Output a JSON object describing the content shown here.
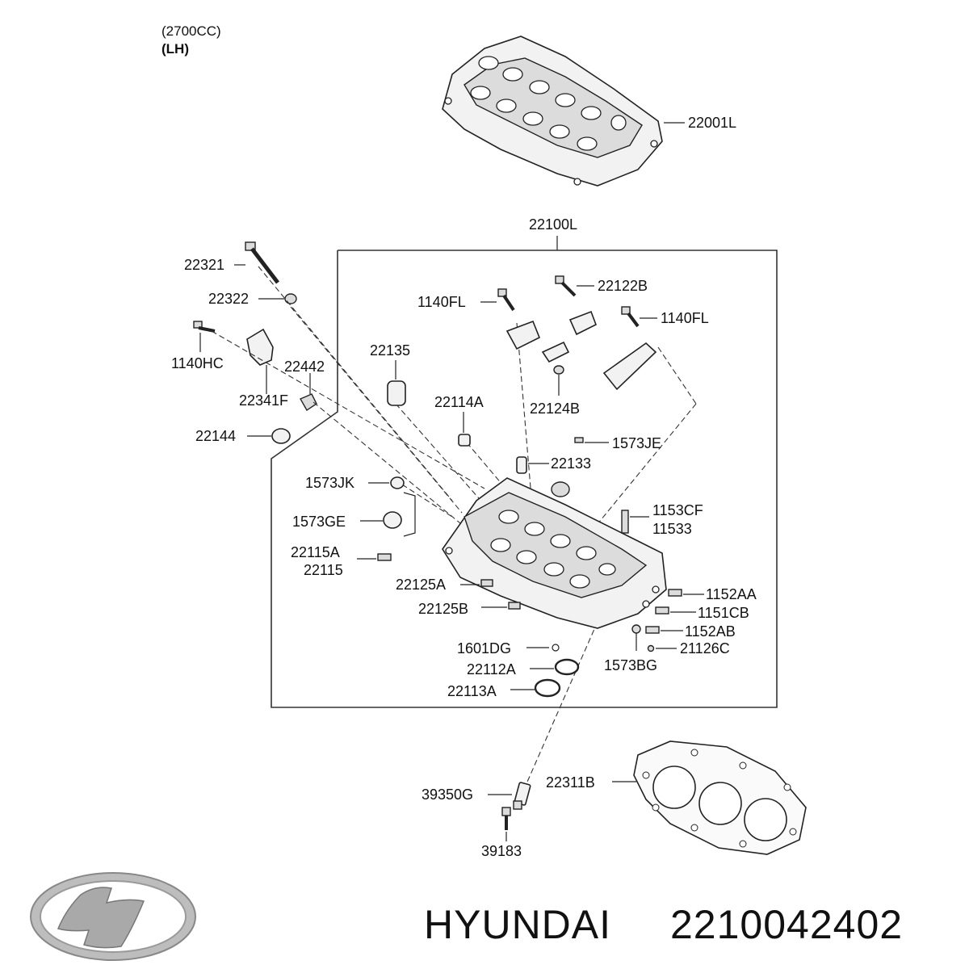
{
  "header": {
    "engine": "(2700CC)",
    "side": "(LH)"
  },
  "parts": {
    "p22001L": "22001L",
    "p22100L": "22100L",
    "p22321": "22321",
    "p22322": "22322",
    "p1140HC": "1140HC",
    "p22442": "22442",
    "p22341F": "22341F",
    "p22144": "22144",
    "p1140FL_a": "1140FL",
    "p22122B": "22122B",
    "p1140FL_b": "1140FL",
    "p22135": "22135",
    "p22124B": "22124B",
    "p22114A": "22114A",
    "p1573JE": "1573JE",
    "p22133": "22133",
    "p1573JK": "1573JK",
    "p1573GE": "1573GE",
    "p1153CF": "1153CF",
    "p11533": "11533",
    "p22115A": "22115A",
    "p22115": "22115",
    "p22125A": "22125A",
    "p22125B": "22125B",
    "p1152AA": "1152AA",
    "p1151CB": "1151CB",
    "p1152AB": "1152AB",
    "p21126C": "21126C",
    "p1601DG": "1601DG",
    "p22112A": "22112A",
    "p22113A": "22113A",
    "p1573BG": "1573BG",
    "p39350G": "39350G",
    "p22311B": "22311B",
    "p39183": "39183"
  },
  "footer": {
    "brand": "HYUNDAI",
    "part_number": "2210042402"
  },
  "icons": {
    "logo": "hyundai-logo"
  }
}
